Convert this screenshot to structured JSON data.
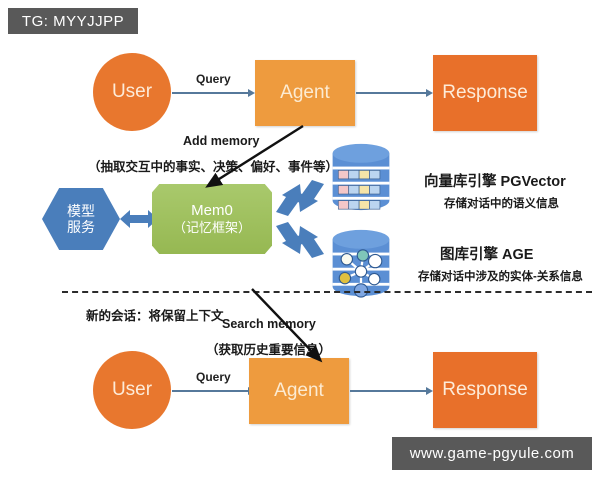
{
  "watermarks": {
    "top_badge": "TG: MYYJJPP",
    "bottom_badge": "www.game-pgyule.com"
  },
  "colors": {
    "user_orange": "#E8772E",
    "agent_orange": "#EE9B3E",
    "response_orange": "#E8702A",
    "model_blue": "#4A7EBB",
    "mem_green": "#9BBB59",
    "arrow_blue": "#56799B",
    "db_blue": "#5B8FD4",
    "badge_gray": "#595959"
  },
  "top_flow": {
    "user_label": "User",
    "query_label": "Query",
    "agent_label": "Agent",
    "response_label": "Response"
  },
  "bottom_flow": {
    "user_label": "User",
    "query_label": "Query",
    "agent_label": "Agent",
    "response_label": "Response"
  },
  "annotations": {
    "add_memory": "Add memory",
    "add_memory_cn": "（抽取交互中的事实、决策、偏好、事件等）",
    "new_session_cn": "新的会话：将保留上下文",
    "search_memory": "Search memory",
    "search_memory_cn": "（获取历史重要信息）"
  },
  "model_service": {
    "line1": "模型",
    "line2": "服务"
  },
  "mem0": {
    "title": "Mem0",
    "subtitle": "（记忆框架）"
  },
  "databases": [
    {
      "icon": "vector-database-icon",
      "title": "向量库引擎 PGVector",
      "subtitle": "存储对话中的语义信息"
    },
    {
      "icon": "graph-database-icon",
      "title": "图库引擎 AGE",
      "subtitle": "存储对话中涉及的实体-关系信息"
    }
  ]
}
